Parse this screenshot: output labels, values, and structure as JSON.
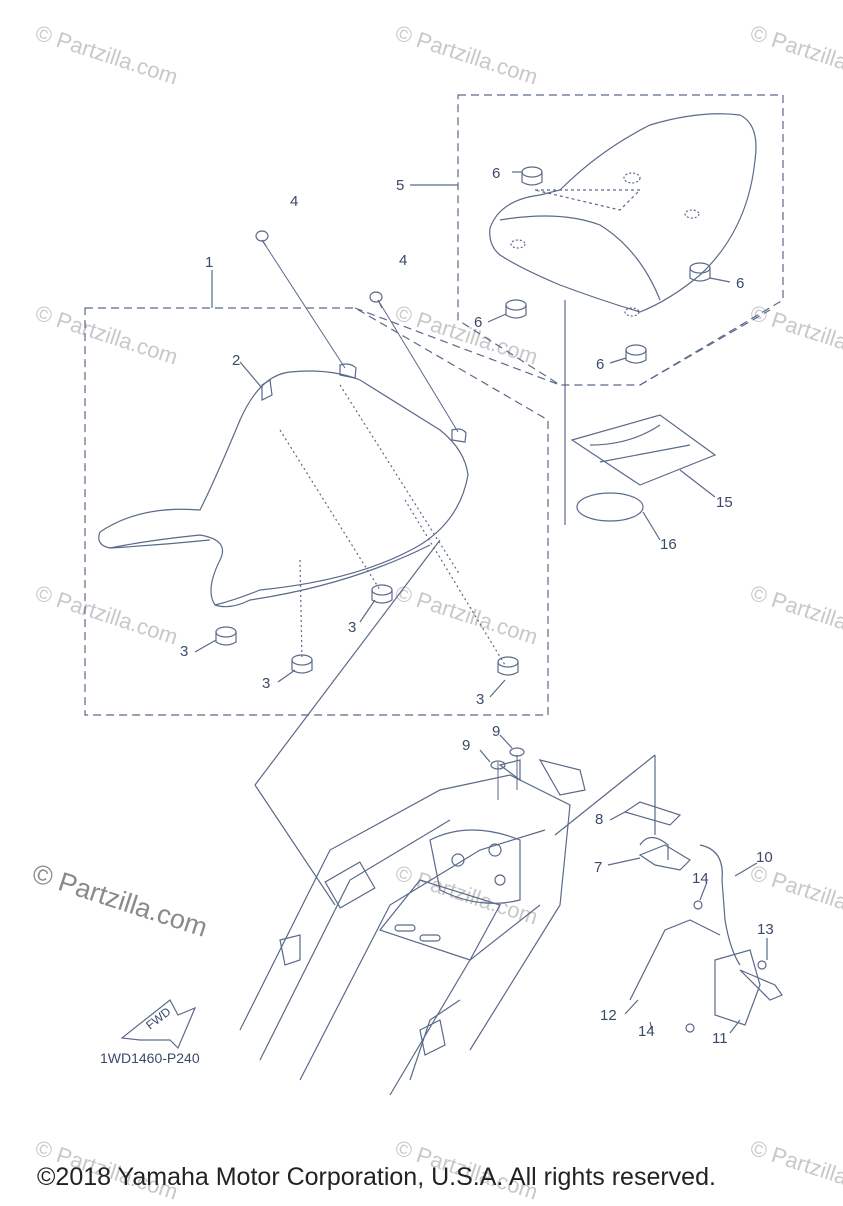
{
  "watermark_text": "© Partzilla.com",
  "diagram_code": "1WD1460-P240",
  "copyright": "©2018 Yamaha Motor Corporation, U.S.A. All rights reserved.",
  "fwd_label": "FWD",
  "callouts": {
    "c1": "1",
    "c2": "2",
    "c3a": "3",
    "c3b": "3",
    "c3c": "3",
    "c3d": "3",
    "c4a": "4",
    "c4b": "4",
    "c5": "5",
    "c6a": "6",
    "c6b": "6",
    "c6c": "6",
    "c6d": "6",
    "c7": "7",
    "c8": "8",
    "c9a": "9",
    "c9b": "9",
    "c10": "10",
    "c11": "11",
    "c12": "12",
    "c13": "13",
    "c14a": "14",
    "c14b": "14",
    "c15": "15",
    "c16": "16"
  },
  "colors": {
    "line": "#5a6a8a",
    "text": "#3a4a6a",
    "watermark": "#c8c8c8"
  }
}
